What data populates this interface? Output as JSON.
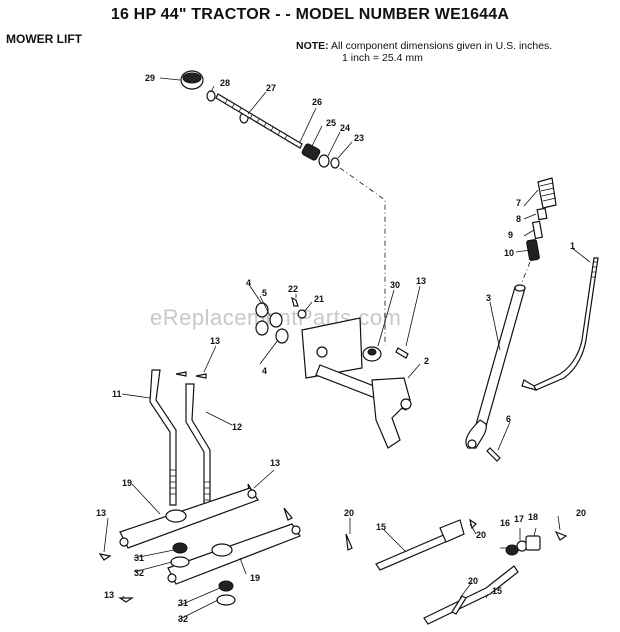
{
  "header": {
    "title": "16 HP 44\" TRACTOR - - MODEL NUMBER WE1644A",
    "section": "MOWER LIFT"
  },
  "note": {
    "label": "NOTE:",
    "line1": "All component  dimensions given in U.S. inches.",
    "line2": "1 inch = 25.4 mm"
  },
  "watermark": "eReplacementParts.com",
  "callouts": {
    "c1": "1",
    "c2": "2",
    "c3": "3",
    "c4a": "4",
    "c4b": "4",
    "c5": "5",
    "c6": "6",
    "c7": "7",
    "c8": "8",
    "c9": "9",
    "c10": "10",
    "c11": "11",
    "c12": "12",
    "c13a": "13",
    "c13b": "13",
    "c13c": "13",
    "c13d": "13",
    "c13e": "13",
    "c15a": "15",
    "c15b": "15",
    "c16": "16",
    "c17": "17",
    "c18": "18",
    "c19a": "19",
    "c19b": "19",
    "c20a": "20",
    "c20b": "20",
    "c20c": "20",
    "c20d": "20",
    "c21": "21",
    "c22": "22",
    "c23": "23",
    "c24": "24",
    "c25": "25",
    "c26": "26",
    "c27": "27",
    "c28": "28",
    "c29": "29",
    "c30": "30",
    "c31a": "31",
    "c31b": "31",
    "c32a": "32",
    "c32b": "32"
  }
}
